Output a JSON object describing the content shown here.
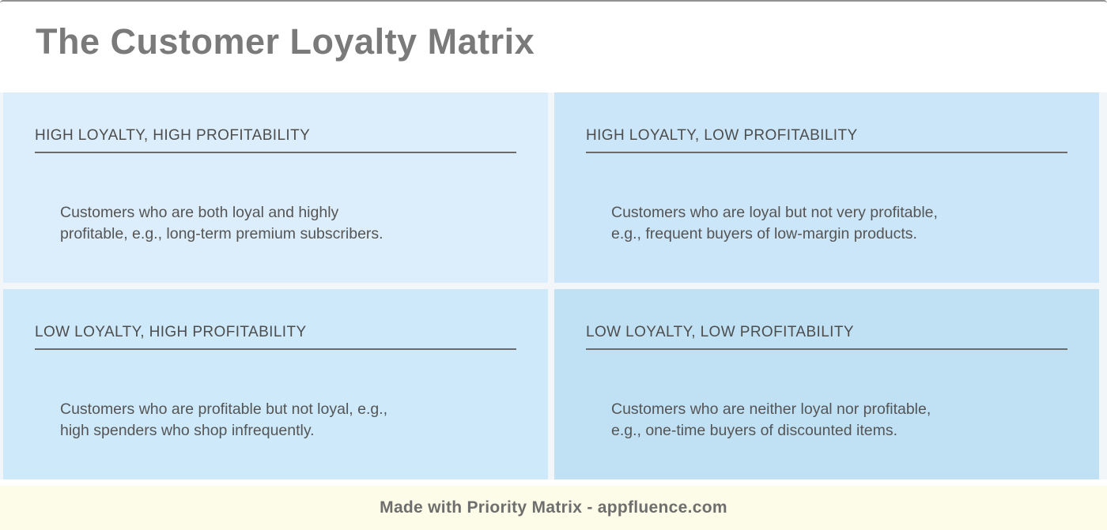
{
  "page": {
    "title": "The Customer Loyalty Matrix"
  },
  "quadrants": [
    {
      "id": "high-loyalty-high-profitability",
      "heading": "HIGH LOYALTY, HIGH PROFITABILITY",
      "description": "Customers who are both loyal and highly\nprofitable, e.g., long-term premium subscribers.",
      "bg": "#dceefb"
    },
    {
      "id": "high-loyalty-low-profitability",
      "heading": "HIGH LOYALTY, LOW PROFITABILITY",
      "description": "Customers who are loyal but not very profitable,\ne.g., frequent buyers of low-margin products.",
      "bg": "#cbe6f8"
    },
    {
      "id": "low-loyalty-high-profitability",
      "heading": "LOW LOYALTY, HIGH PROFITABILITY",
      "description": "Customers who are profitable but not loyal, e.g.,\nhigh spenders who shop infrequently.",
      "bg": "#cde9fa"
    },
    {
      "id": "low-loyalty-low-profitability",
      "heading": "LOW LOYALTY, LOW PROFITABILITY",
      "description": "Customers who are neither loyal nor profitable,\ne.g., one-time buyers of discounted items.",
      "bg": "#c0e0f4"
    }
  ],
  "footer": {
    "text": "Made with Priority Matrix - appfluence.com",
    "bg": "#fdfce8"
  },
  "colors": {
    "title_text": "#7a7a7a",
    "heading_text": "#4d4d4d",
    "body_text": "#555555",
    "underline": "#6b6b6b",
    "footer_text": "#6e6e6e",
    "page_top_border": "#919191",
    "matrix_gap": "#f3f6f9"
  }
}
